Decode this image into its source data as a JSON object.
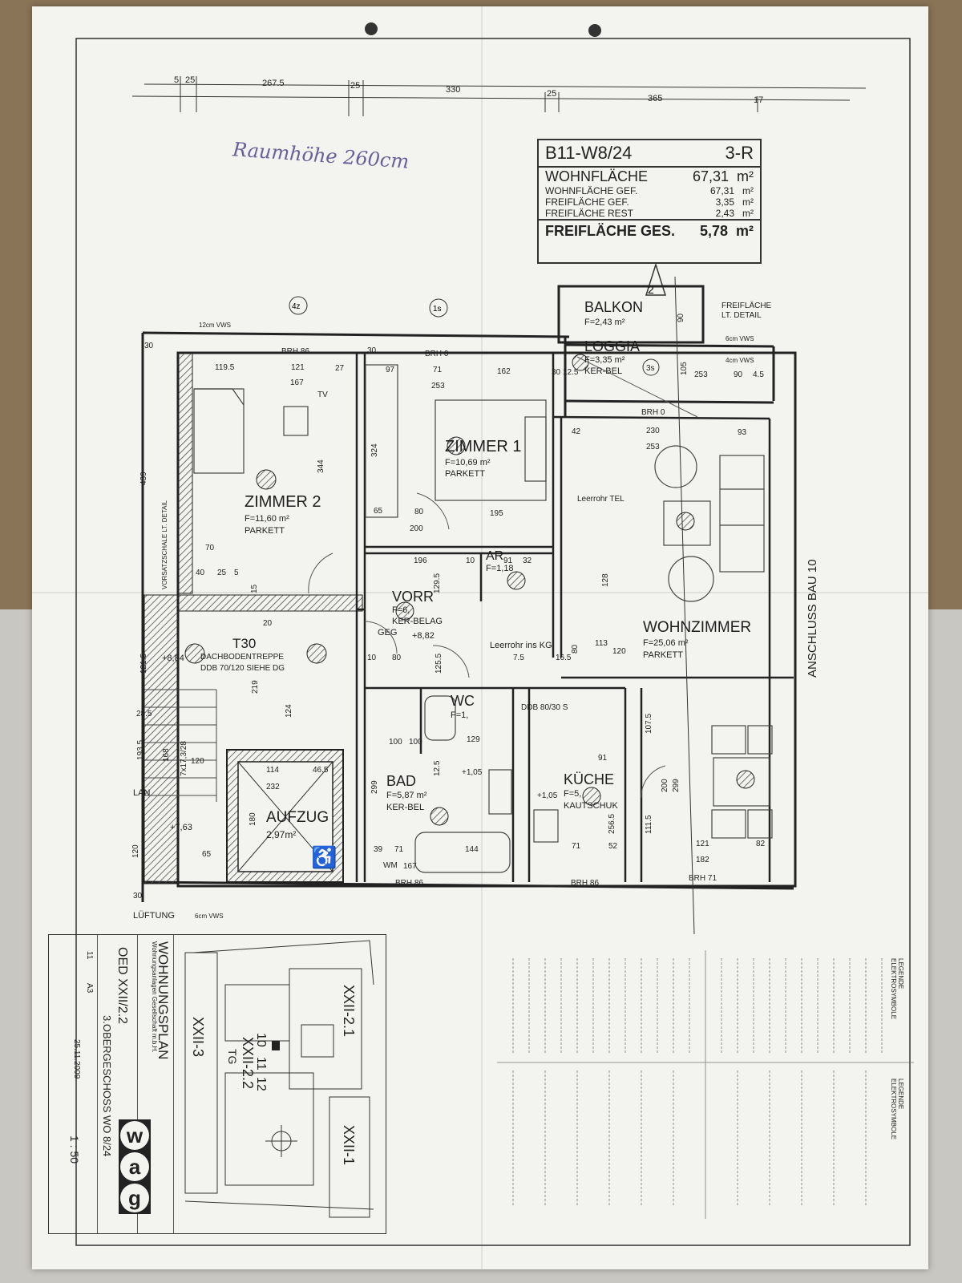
{
  "handwritten_note": "Raumhöhe 260cm",
  "dimensions_top": [
    "5",
    "25",
    "267.5",
    "25",
    "330",
    "25",
    "365",
    "17"
  ],
  "area_table": {
    "unit_code": "B11-W8/24",
    "room_count": "3-R",
    "rows": [
      {
        "label": "WOHNFLÄCHE",
        "value": "67,31",
        "unit": "m²",
        "big": true
      },
      {
        "label": "WOHNFLÄCHE GEF.",
        "value": "67,31",
        "unit": "m²"
      },
      {
        "label": "FREIFLÄCHE GEF.",
        "value": "3,35",
        "unit": "m²"
      },
      {
        "label": "FREIFLÄCHE REST",
        "value": "2,43",
        "unit": "m²"
      }
    ],
    "total": {
      "label": "FREIFLÄCHE GES.",
      "value": "5,78",
      "unit": "m²"
    }
  },
  "rooms": {
    "zimmer2": {
      "name": "ZIMMER 2",
      "area": "F=11,60 m²",
      "floor": "PARKETT"
    },
    "zimmer1": {
      "name": "ZIMMER 1",
      "area": "F=10,69 m²",
      "floor": "PARKETT"
    },
    "wohnzimmer": {
      "name": "WOHNZIMMER",
      "area": "F=25,06 m²",
      "floor": "PARKETT"
    },
    "balkon": {
      "name": "BALKON",
      "area": "F=2,43 m²"
    },
    "loggia": {
      "name": "LOGGIA",
      "area": "F=3,35 m²",
      "floor": "KER-BEL"
    },
    "vorr": {
      "name": "VORR",
      "area": "F=6,",
      "floor": "KER-BELAG"
    },
    "ar": {
      "name": "AR",
      "area": "F=1,18"
    },
    "wc": {
      "name": "WC",
      "area": "F=1,"
    },
    "bad": {
      "name": "BAD",
      "area": "F=5,87 m²",
      "floor": "KER-BEL"
    },
    "kueche": {
      "name": "KÜCHE",
      "area": "F=5,",
      "floor": "KAUTSCHUK"
    },
    "aufzug": {
      "name": "AUFZUG",
      "area": "2,97m²"
    },
    "t30": {
      "name": "T30"
    }
  },
  "labels": {
    "anschluss": "ANSCHLUSS BAU 10",
    "dachboden": "DACHBODENTREPPE",
    "ddb": "DDB 70/120 SIEHE DG",
    "leerrohr_kg": "Leerrohr ins KG",
    "leerrohr_tel": "Leerrohr TEL",
    "freiflaeche_detail": "FREIFLÄCHE",
    "lt_detail": "LT. DETAIL",
    "vws12": "12cm VWS",
    "vws6": "6cm VWS",
    "vws6b": "6cm VWS",
    "vws4": "4cm VWS",
    "vorsatzschale": "VORSATZSCHALE LT. DETAIL",
    "luftung": "LÜFTUNG",
    "lan": "LAN",
    "geg": "GEG",
    "tv": "TV",
    "wm": "WM",
    "brh86a": "BRH 86",
    "brh0": "BRH 0",
    "brh0b": "BRH 0",
    "brh86b": "BRH 86",
    "brh86c": "BRH 86",
    "brh71": "BRH 71",
    "level_884": "+8,84",
    "level_882": "+8,82",
    "level_763": "+7,63",
    "level_105": "+1,05",
    "level_105b": "+1,05",
    "ddb80": "DDB 80/30 S",
    "stair": "7x17,3/28",
    "axis_4z": "4z",
    "axis_1s": "1s",
    "axis_3s": "3s",
    "axis_2": "2"
  },
  "dim_numbers": [
    "30",
    "119.5",
    "121",
    "167",
    "27",
    "30",
    "97",
    "71",
    "253",
    "162",
    "30",
    "12.5",
    "439",
    "344",
    "324",
    "65",
    "80",
    "200",
    "195",
    "70",
    "40",
    "25",
    "5",
    "196",
    "10",
    "91",
    "32",
    "129.5",
    "230",
    "253",
    "42",
    "93",
    "90",
    "105",
    "253",
    "90",
    "4.5",
    "128",
    "15",
    "20",
    "121.5",
    "219",
    "124",
    "10",
    "80",
    "125.5",
    "7.5",
    "16.5",
    "120",
    "113",
    "80",
    "28.5",
    "193.5",
    "168",
    "120",
    "114",
    "46.5",
    "232",
    "180",
    "65",
    "299",
    "12.5",
    "100",
    "129",
    "100",
    "107.5",
    "91",
    "256.5",
    "200",
    "299",
    "111.5",
    "39",
    "71",
    "144",
    "167",
    "71",
    "52",
    "121",
    "182",
    "82",
    "120",
    "30"
  ],
  "title_block": {
    "title": "WOHNUNGSPLAN",
    "company": "Wohnungsanlagen Gesellschaft m.b.H.",
    "project": "OED XXII/2.2",
    "floor": "3.OBERGESCHOSS WO 8/24",
    "bau": "11",
    "format": "A3",
    "date": "25.11.2009",
    "scale": "1 : 50",
    "logo_letters": [
      "w",
      "a",
      "g"
    ],
    "site_labels": [
      "XXII-2.1",
      "XXII-3",
      "XXII-2.2",
      "TG",
      "10",
      "11",
      "12",
      "XXII-1"
    ]
  },
  "legend": {
    "title_right": "LEGENDE ELEKTROSYMBOLE",
    "title_left": "LEGENDE ELEKTROSYMBOLE"
  },
  "colors": {
    "paper": "#f3f3f0",
    "ink": "#2a2a2a",
    "hatch": "#555555",
    "pen": "#6a5f9a"
  }
}
